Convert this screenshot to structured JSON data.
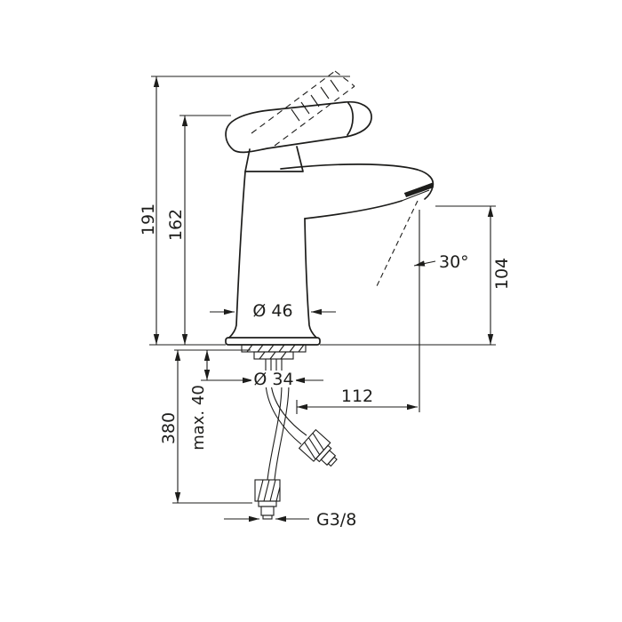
{
  "colors": {
    "line": "#1d1d1b",
    "background": "#ffffff"
  },
  "dims": {
    "total_height": "191",
    "spout_height": "162",
    "base_diameter": "Ø 46",
    "hole_diameter": "Ø 34",
    "outlet_height": "104",
    "spout_angle": "30°",
    "reach": "112",
    "hose_length": "380",
    "max_deck_thickness": "max. 40",
    "connection_thread": "G3/8"
  }
}
